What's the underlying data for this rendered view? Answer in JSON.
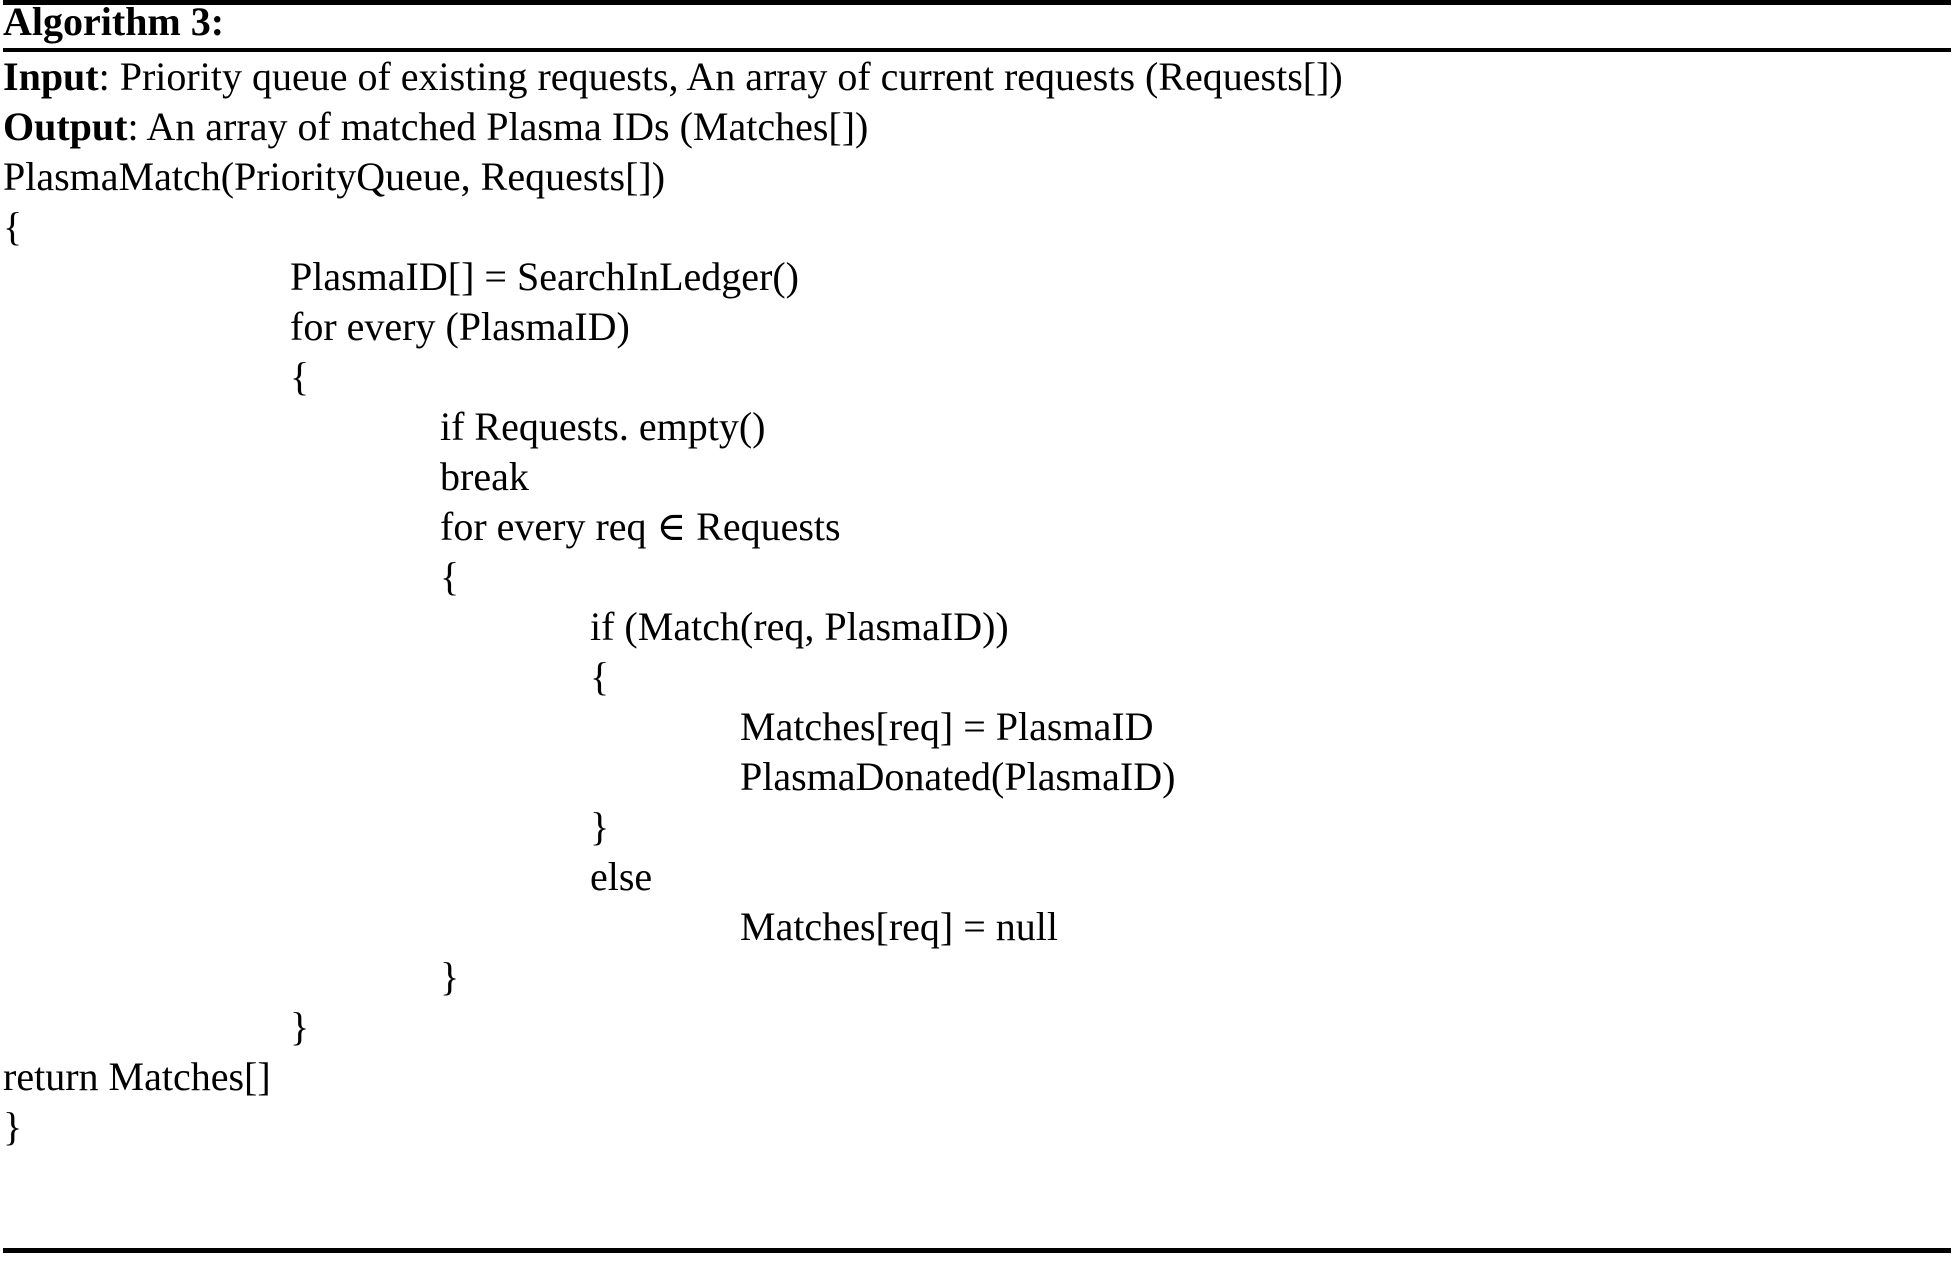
{
  "algorithm": {
    "title": "Algorithm 3:",
    "io": {
      "input_label": "Input",
      "input_text": ": Priority queue of existing requests, An array of current requests (Requests[])",
      "output_label": "Output",
      "output_text": ": An array of matched Plasma IDs (Matches[])"
    },
    "lines": [
      {
        "indent": 0,
        "text": "PlasmaMatch(PriorityQueue, Requests[])"
      },
      {
        "indent": 0,
        "text": "{"
      },
      {
        "indent": 1,
        "text": "PlasmaID[] = SearchInLedger()"
      },
      {
        "indent": 1,
        "text": "for every (PlasmaID)"
      },
      {
        "indent": 1,
        "text": "{"
      },
      {
        "indent": 2,
        "text": "if Requests. empty()"
      },
      {
        "indent": 2,
        "text": "break"
      },
      {
        "indent": 2,
        "text": "for every req ∈ Requests"
      },
      {
        "indent": 2,
        "text": "{"
      },
      {
        "indent": 3,
        "text": "if (Match(req, PlasmaID))"
      },
      {
        "indent": 3,
        "text": "{"
      },
      {
        "indent": 4,
        "text": "Matches[req] = PlasmaID"
      },
      {
        "indent": 4,
        "text": "PlasmaDonated(PlasmaID)"
      },
      {
        "indent": 3,
        "text": "}"
      },
      {
        "indent": 3,
        "text": "else"
      },
      {
        "indent": 4,
        "text": "Matches[req] = null"
      },
      {
        "indent": 2,
        "text": "}"
      },
      {
        "indent": 1,
        "text": "}"
      },
      {
        "indent": 0,
        "text": "return Matches[]"
      },
      {
        "indent": 0,
        "text": "}"
      }
    ]
  },
  "colors": {
    "rule": "#000000",
    "text": "#000000",
    "background": "#ffffff"
  }
}
